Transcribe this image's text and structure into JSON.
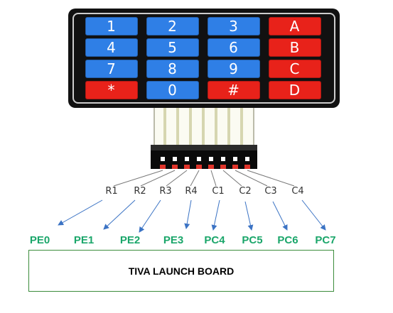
{
  "keypad": {
    "keys": [
      {
        "label": "1",
        "color": "#2f7fe6"
      },
      {
        "label": "2",
        "color": "#2f7fe6"
      },
      {
        "label": "3",
        "color": "#2f7fe6"
      },
      {
        "label": "A",
        "color": "#e8221a"
      },
      {
        "label": "4",
        "color": "#2f7fe6"
      },
      {
        "label": "5",
        "color": "#2f7fe6"
      },
      {
        "label": "6",
        "color": "#2f7fe6"
      },
      {
        "label": "B",
        "color": "#e8221a"
      },
      {
        "label": "7",
        "color": "#2f7fe6"
      },
      {
        "label": "8",
        "color": "#2f7fe6"
      },
      {
        "label": "9",
        "color": "#2f7fe6"
      },
      {
        "label": "C",
        "color": "#e8221a"
      },
      {
        "label": "*",
        "color": "#e8221a"
      },
      {
        "label": "0",
        "color": "#2f7fe6"
      },
      {
        "label": "#",
        "color": "#e8221a"
      },
      {
        "label": "D",
        "color": "#e8221a"
      }
    ]
  },
  "pins": [
    "R1",
    "R2",
    "R3",
    "R4",
    "C1",
    "C2",
    "C3",
    "C4"
  ],
  "ports": [
    "PE0",
    "PE1",
    "PE2",
    "PE3",
    "PC4",
    "PC5",
    "PC6",
    "PC7"
  ],
  "board": {
    "label": "TIVA LAUNCH BOARD"
  },
  "colors": {
    "port_label": "#1aa66a",
    "wire": "#3b73c4",
    "board_border": "#3c8c3c"
  }
}
